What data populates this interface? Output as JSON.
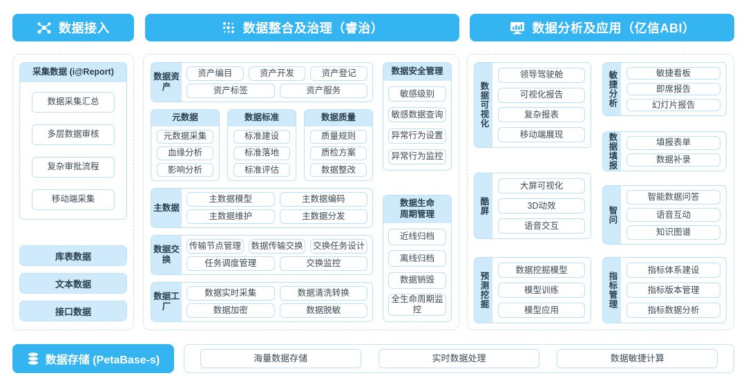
{
  "headers": [
    {
      "icon": "nodes-network-icon",
      "title": "数据接入"
    },
    {
      "icon": "data-dots-icon",
      "title": "数据整合及治理（睿治）"
    },
    {
      "icon": "monitor-chart-icon",
      "title": "数据分析及应用（亿信ABI）"
    }
  ],
  "ingest": {
    "card": {
      "title": "采集数据 (i@Report)",
      "items": [
        "数据采集汇总",
        "多层数据审核",
        "复杂审批流程",
        "移动端采集"
      ]
    },
    "sources": [
      "库表数据",
      "文本数据",
      "接口数据"
    ]
  },
  "govern": {
    "asset": {
      "tag": "数据资产",
      "row1": [
        "资产编目",
        "资产开发",
        "资产登记"
      ],
      "row2": [
        "资产标签",
        "资产服务"
      ]
    },
    "triple": [
      {
        "title": "元数据",
        "items": [
          "元数据采集",
          "血缘分析",
          "影响分析"
        ]
      },
      {
        "title": "数据标准",
        "items": [
          "标准建设",
          "标准落地",
          "标准评估"
        ]
      },
      {
        "title": "数据质量",
        "items": [
          "质量规则",
          "质检方案",
          "数据整改"
        ]
      }
    ],
    "master": {
      "tag": "主数据",
      "row1": [
        "主数据模型",
        "主数据编码"
      ],
      "row2": [
        "主数据维护",
        "主数据分发"
      ]
    },
    "exchange": {
      "tag": "数据交换",
      "row1": [
        "传输节点管理",
        "数据传输交换",
        "交换任务设计"
      ],
      "row2": [
        "任务调度管理",
        "交换监控"
      ]
    },
    "factory": {
      "tag": "数据工厂",
      "row1": [
        "数据实时采集",
        "数据清洗转换"
      ],
      "row2": [
        "数据加密",
        "数据脱敏"
      ]
    },
    "security": {
      "title": "数据安全管理",
      "items": [
        "敏感级别",
        "敏感数据查询",
        "异常行为设置",
        "异常行为监控"
      ]
    },
    "lifecycle": {
      "title": "数据生命\n周期管理",
      "title_line1": "数据生命",
      "title_line2": "周期管理",
      "items": [
        "近线归档",
        "离线归档",
        "数据销毁"
      ],
      "tall_item": "全生命周期监控"
    }
  },
  "analytics": {
    "left": [
      {
        "tag": "数据可视化",
        "items": [
          "领导驾驶舱",
          "可视化报告",
          "复杂报表",
          "移动端展现"
        ]
      },
      {
        "tag": "酷屏",
        "items": [
          "大屏可视化",
          "3D动效",
          "语音交互"
        ]
      },
      {
        "tag": "预测挖掘",
        "items": [
          "数据挖掘模型",
          "模型训练",
          "模型应用"
        ]
      }
    ],
    "right": [
      {
        "tag": "敏捷分析",
        "items": [
          "敏捷看板",
          "即席报告",
          "幻灯片报告"
        ]
      },
      {
        "tag": "数据填报",
        "items": [
          "填报表单",
          "数据补录"
        ]
      },
      {
        "tag": "智问",
        "items": [
          "智能数据问答",
          "语音互动",
          "知识图谱"
        ]
      },
      {
        "tag": "指标管理",
        "items": [
          "指标体系建设",
          "指标版本管理",
          "指标数据分析"
        ]
      }
    ]
  },
  "storage": {
    "icon": "database-stack-icon",
    "title": "数据存储 (PetaBase-s)",
    "items": [
      "海量数据存储",
      "实时数据处理",
      "数据敏捷计算"
    ]
  },
  "colors": {
    "brand": "#34b4f0",
    "panel_border": "#bfdff5",
    "card_border": "#b9e0f7",
    "card_header_bg": "#cfeafb",
    "text": "#3a3a3a"
  }
}
